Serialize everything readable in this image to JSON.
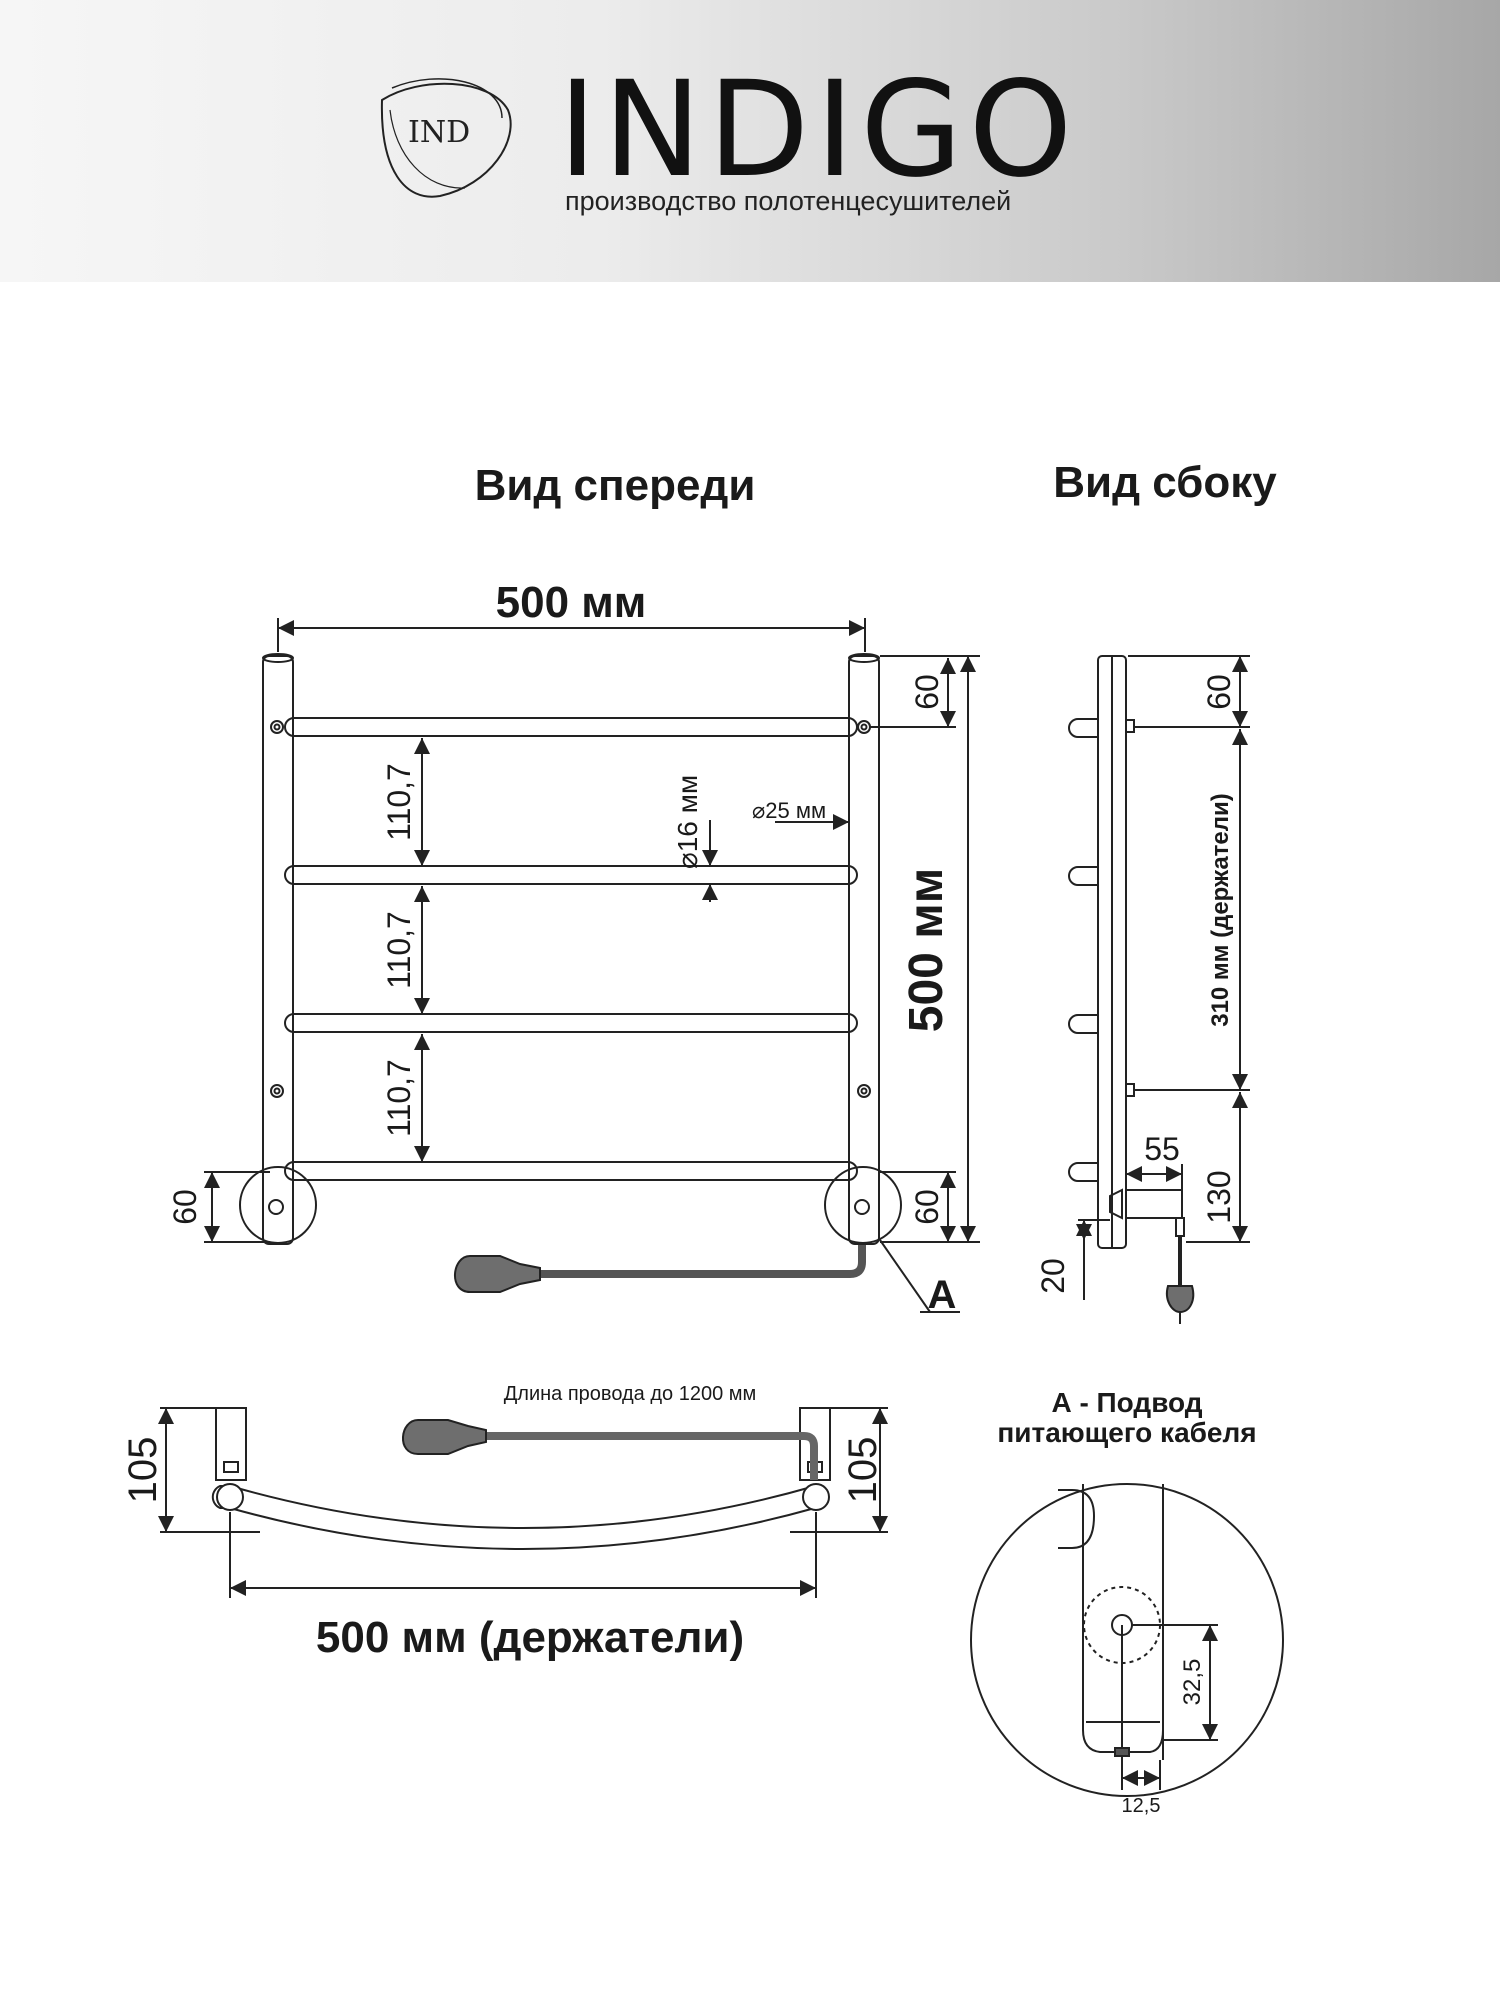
{
  "header": {
    "brand": "INDIGO",
    "monogram": "IND",
    "tagline": "производство полотенцесушителей"
  },
  "views": {
    "front_title": "Вид спереди",
    "side_title": "Вид сбоку"
  },
  "front": {
    "width_label": "500 мм",
    "height_label": "500 мм",
    "spacing_1": "110,7",
    "spacing_2": "110,7",
    "spacing_3": "110,7",
    "top_offset_right": "60",
    "bottom_offset_left": "60",
    "bottom_offset_right": "60",
    "bar_diameter": "⌀16 мм",
    "post_diameter": "⌀25 мм",
    "callout": "А"
  },
  "side": {
    "top_offset": "60",
    "holders_label": "310 мм (держатели)",
    "depth": "55",
    "bottom_offset": "130",
    "cable_offset": "20"
  },
  "top": {
    "cable_length": "Длина провода до 1200 мм",
    "left_depth": "105",
    "right_depth": "105",
    "holders_width": "500 мм (держатели)"
  },
  "detail": {
    "title_line1": "А - Подвод",
    "title_line2": "питающего кабеля",
    "dim_vertical": "32,5",
    "dim_horizontal": "12,5"
  }
}
